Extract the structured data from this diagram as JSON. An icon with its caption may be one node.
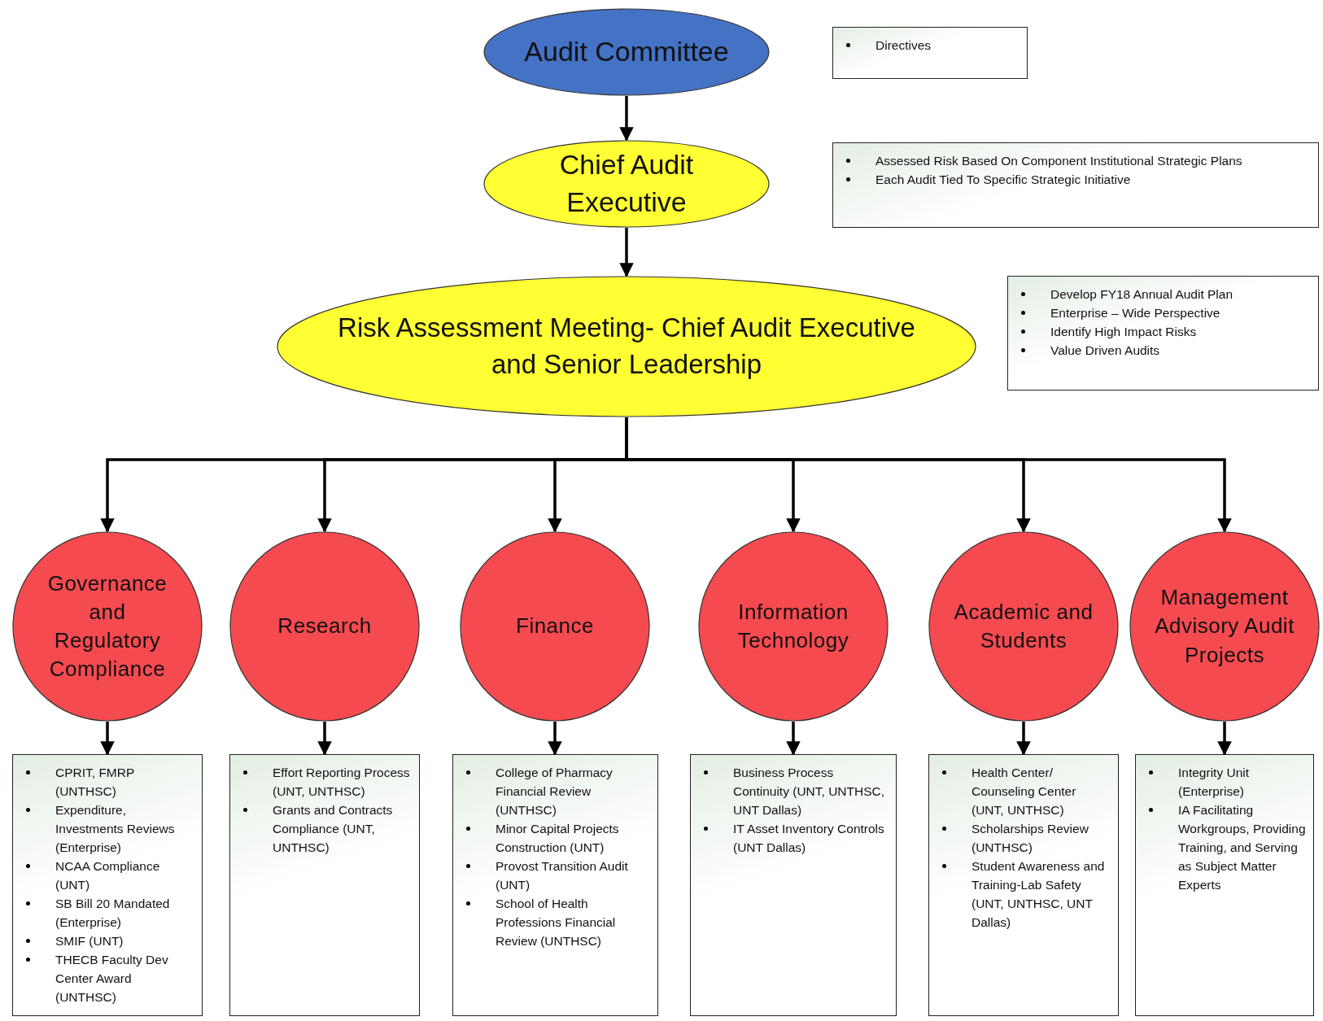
{
  "diagram": {
    "nodes": [
      {
        "text": [
          "Audit Committee"
        ]
      },
      {
        "text": [
          "Directives"
        ]
      },
      {
        "text": [
          "Chief Audit Executive"
        ]
      },
      {
        "text": [
          "Assessed Risk Based On Component Institutional  Strategic Plans",
          "Each Audit Tied To Specific Strategic Initiative"
        ]
      },
      {
        "text": [
          "Risk Assessment Meeting- Chief Audit Executive and Senior Leadership"
        ]
      },
      {
        "text": [
          "Develop FY18 Annual Audit Plan",
          "Enterprise – Wide Perspective",
          "Identify High Impact Risks",
          "Value Driven Audits"
        ]
      },
      {
        "text": [
          "Governance and Regulatory Compliance"
        ]
      },
      {
        "text": [
          "Research"
        ]
      },
      {
        "text": [
          "Finance"
        ]
      },
      {
        "text": [
          "Information Technology"
        ]
      },
      {
        "text": [
          "Academic and Students"
        ]
      },
      {
        "text": [
          "Management Advisory Audit Projects"
        ]
      },
      {
        "text": [
          "CPRIT, FMRP (UNTHSC)",
          "Expenditure, Investments Reviews (Enterprise)",
          "NCAA Compliance (UNT)",
          "SB Bill 20 Mandated (Enterprise)",
          "SMIF (UNT)",
          "THECB Faculty Dev Center Award (UNTHSC)"
        ]
      },
      {
        "text": [
          "Effort Reporting Process (UNT, UNTHSC)",
          "Grants and Contracts Compliance  (UNT, UNTHSC)"
        ]
      },
      {
        "text": [
          "College of Pharmacy Financial Review (UNTHSC)",
          "Minor Capital Projects Construction (UNT)",
          "Provost Transition Audit (UNT)",
          "School of Health Professions Financial Review (UNTHSC)"
        ]
      },
      {
        "text": [
          "Business Process Continuity (UNT, UNTHSC, UNT Dallas)",
          "IT Asset Inventory Controls (UNT Dallas)"
        ]
      },
      {
        "text": [
          "Health Center/ Counseling Center (UNT, UNTHSC)",
          "Scholarships Review (UNTHSC)",
          "Student Awareness and Training-Lab Safety (UNT, UNTHSC, UNT Dallas)"
        ]
      },
      {
        "text": [
          "Integrity Unit (Enterprise)",
          "IA Facilitating Workgroups, Providing Training, and Serving as Subject Matter Experts"
        ]
      }
    ],
    "edges": [
      {
        "from": 0,
        "to": 2,
        "arrow": "to"
      },
      {
        "from": 2,
        "to": 4,
        "arrow": "to"
      },
      {
        "from": 4,
        "to": 6,
        "arrow": "to"
      },
      {
        "from": 4,
        "to": 7,
        "arrow": "to"
      },
      {
        "from": 4,
        "to": 8,
        "arrow": "to"
      },
      {
        "from": 4,
        "to": 9,
        "arrow": "to"
      },
      {
        "from": 4,
        "to": 10,
        "arrow": "to"
      },
      {
        "from": 4,
        "to": 11,
        "arrow": "to"
      },
      {
        "from": 6,
        "to": 12,
        "arrow": "to"
      },
      {
        "from": 7,
        "to": 13,
        "arrow": "to"
      },
      {
        "from": 8,
        "to": 14,
        "arrow": "to"
      },
      {
        "from": 9,
        "to": 15,
        "arrow": "to"
      },
      {
        "from": 10,
        "to": 16,
        "arrow": "to"
      },
      {
        "from": 11,
        "to": 17,
        "arrow": "to"
      }
    ]
  }
}
